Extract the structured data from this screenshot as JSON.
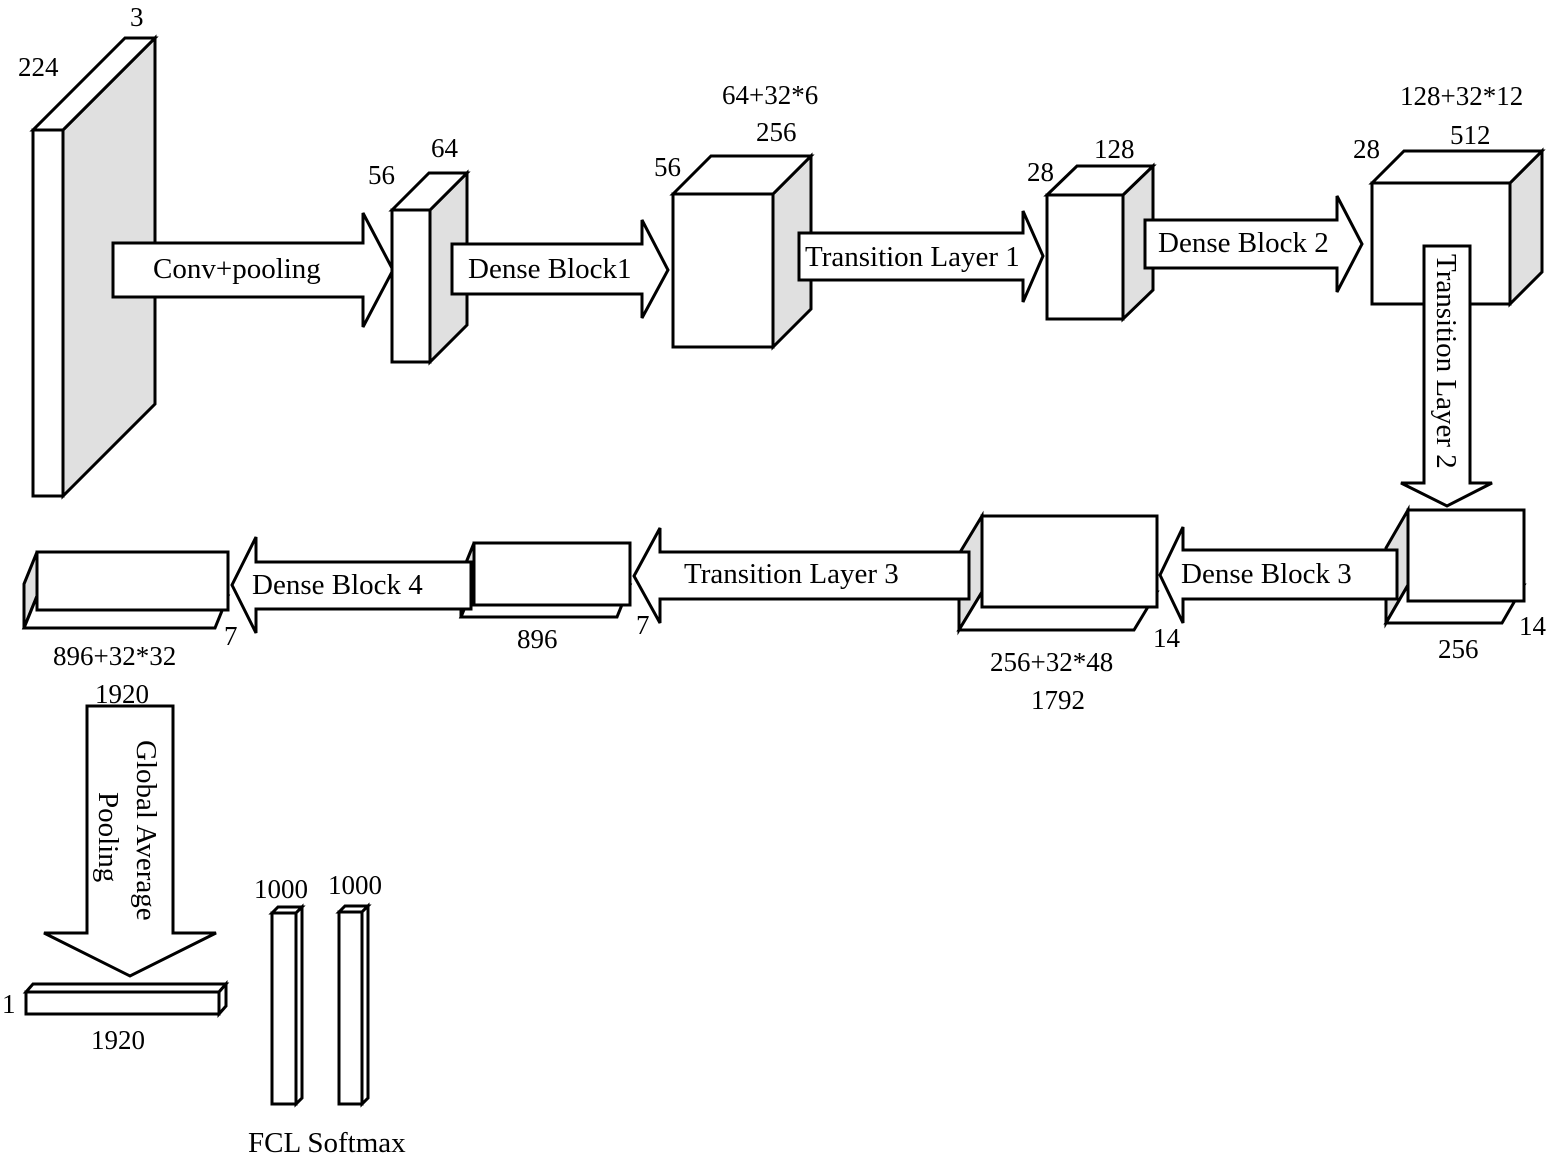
{
  "colors": {
    "stroke": "#000000",
    "face": "#ffffff",
    "side_shade": "#e0e0e0",
    "background": "#ffffff"
  },
  "input": {
    "height": "224",
    "channels": "3"
  },
  "stage1": {
    "size": "56",
    "channels": "64"
  },
  "dense1": {
    "size": "56",
    "channels_formula": "64+32*6",
    "channels": "256"
  },
  "stage2": {
    "size": "28",
    "channels": "128"
  },
  "dense2": {
    "size": "28",
    "channels_formula": "128+32*12",
    "channels": "512"
  },
  "stage3": {
    "size": "14",
    "channels": "256"
  },
  "dense3": {
    "size": "14",
    "channels_formula": "256+32*48",
    "channels": "1792"
  },
  "stage4": {
    "size": "7",
    "channels": "896"
  },
  "dense4": {
    "size": "7",
    "channels_formula": "896+32*32",
    "channels": "1920"
  },
  "pooled": {
    "size": "1",
    "channels": "1920"
  },
  "fc": {
    "units_1": "1000",
    "units_2": "1000",
    "caption": "FCL Softmax"
  },
  "arrows": {
    "conv_pooling": "Conv+pooling",
    "dense_block_1": "Dense Block1",
    "transition_1": "Transition Layer 1",
    "dense_block_2": "Dense Block 2",
    "transition_2": "Transition Layer 2",
    "dense_block_3": "Dense Block 3",
    "transition_3": "Transition Layer 3",
    "dense_block_4": "Dense Block 4",
    "gap_line1": "Global Average",
    "gap_line2": "Pooling"
  }
}
